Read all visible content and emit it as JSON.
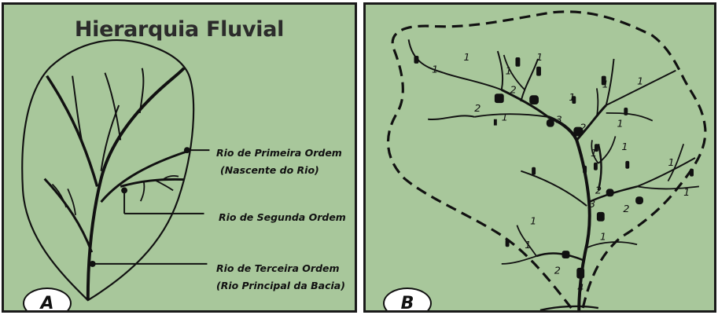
{
  "panel_a": {
    "title": "Hierarquia Fluvial",
    "label": "A",
    "notes": {
      "first_order": "Rio de Primeira Ordem",
      "first_order_sub": "(Nascente do Rio)",
      "second_order": "Rio de Segunda Ordem",
      "third_order": "Rio de Terceira Ordem",
      "third_order_sub": "(Rio Principal da Bacia)"
    }
  },
  "panel_b": {
    "label": "B",
    "stream_order_labels": [
      "1",
      "1",
      "1",
      "1",
      "1",
      "1",
      "1",
      "1",
      "1",
      "1",
      "1",
      "1",
      "1",
      "1",
      "1",
      "1",
      "2",
      "2",
      "2",
      "2",
      "2",
      "2",
      "3",
      "3",
      "4"
    ]
  }
}
